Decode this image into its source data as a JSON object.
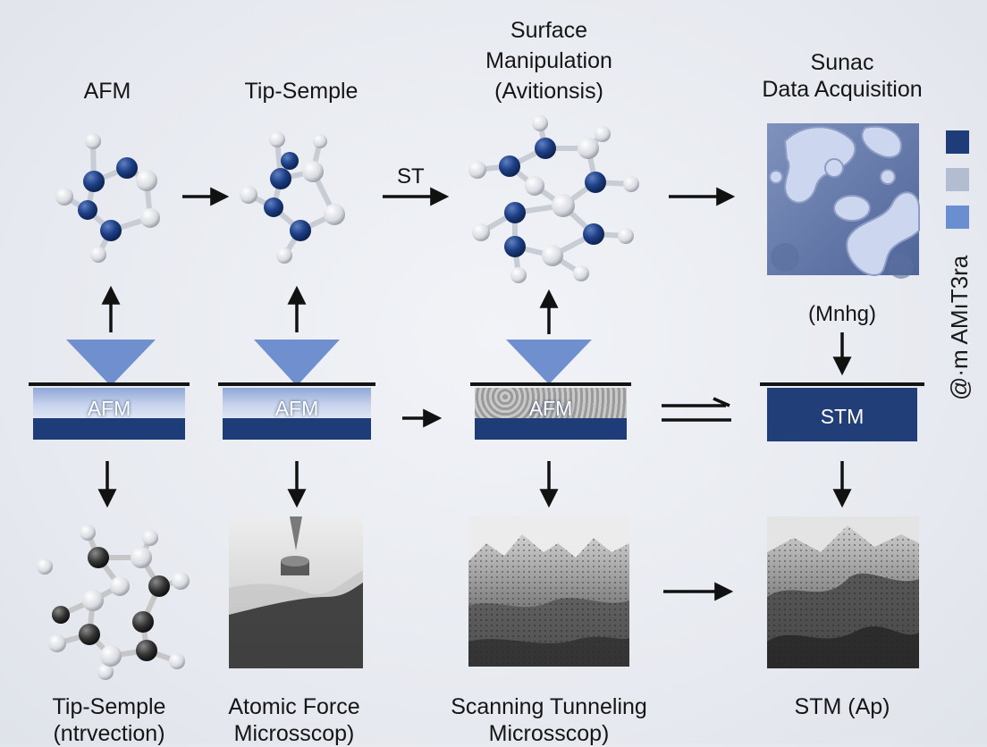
{
  "titles": {
    "col1": "AFM",
    "col2": "Tip-Semple",
    "col3_line1": "Surface",
    "col3_line2": "Manipulation",
    "col3_line3": "(Avitionsis)",
    "col4_line1": "Sunac",
    "col4_line2": "Data Acquisition"
  },
  "arrow_labels": {
    "st": "ST",
    "mnhg": "(Mnhg)"
  },
  "plates": {
    "plate1": "AFM",
    "plate2": "AFM",
    "plate3": "AFM",
    "stm": "STM"
  },
  "captions": {
    "c1_line1": "Tip-Semple",
    "c1_line2": "(ntrvection)",
    "c2_line1": "Atomic Force",
    "c2_line2": "Microsscop)",
    "c3_line1": "Scanning Tunneling",
    "c3_line2": "Microsscop)",
    "c4": "STM (Ap)"
  },
  "side_text": "@·m AMıT3ra",
  "colors": {
    "dark_blue": "#1e3c78",
    "light_gray_blue": "#b3bdd2",
    "mid_blue": "#6a8ed0",
    "tip_blue": "#6f8fce"
  },
  "legend": [
    "#1e3c78",
    "#b3bdd2",
    "#6a8ed0"
  ]
}
